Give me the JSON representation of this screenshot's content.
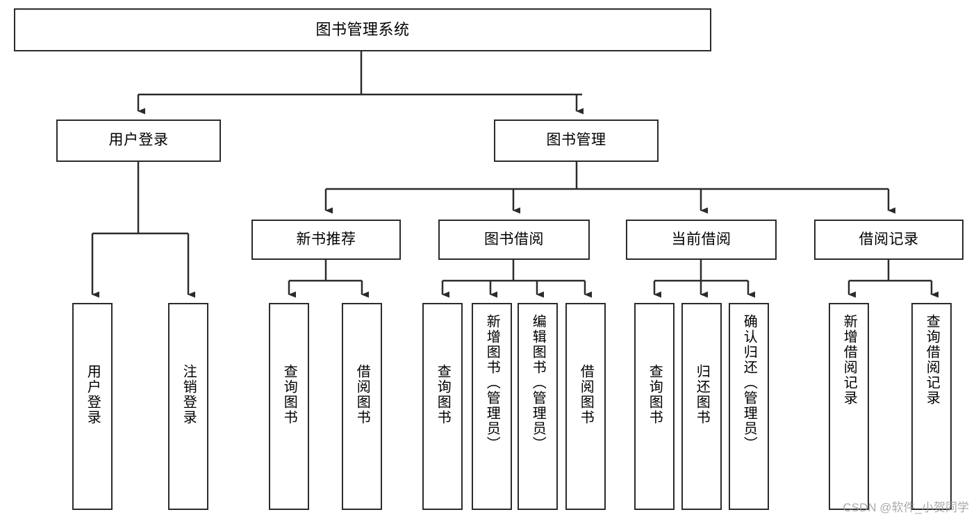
{
  "diagram": {
    "type": "tree-hierarchy",
    "title": "图书管理系统",
    "watermark": "CSDN @软件_小贺同学",
    "colors": {
      "stroke": "#2b2b2b",
      "fill": "#ffffff",
      "text": "#000000",
      "watermark": "#9b9b9b"
    },
    "levels": {
      "root": {
        "label": "图书管理系统"
      },
      "level2": [
        {
          "id": "user-login",
          "label": "用户登录"
        },
        {
          "id": "book-manage",
          "label": "图书管理"
        }
      ],
      "level3": [
        {
          "id": "new-book-recommend",
          "label": "新书推荐"
        },
        {
          "id": "book-borrow",
          "label": "图书借阅"
        },
        {
          "id": "current-borrow",
          "label": "当前借阅"
        },
        {
          "id": "borrow-record",
          "label": "借阅记录"
        }
      ],
      "leaves": {
        "user_login": [
          {
            "id": "leaf-user-login",
            "label": "用户登录"
          },
          {
            "id": "leaf-logout-login",
            "label": "注销登录"
          }
        ],
        "new_book_recommend": [
          {
            "id": "leaf-query-book-1",
            "label": "查询图书"
          },
          {
            "id": "leaf-borrow-book-1",
            "label": "借阅图书"
          }
        ],
        "book_borrow": [
          {
            "id": "leaf-query-book-2",
            "label": "查询图书"
          },
          {
            "id": "leaf-add-book-admin",
            "label": "新增图书（管理员）"
          },
          {
            "id": "leaf-edit-book-admin",
            "label": "编辑图书（管理员）"
          },
          {
            "id": "leaf-borrow-book-2",
            "label": "借阅图书"
          }
        ],
        "current_borrow": [
          {
            "id": "leaf-query-book-3",
            "label": "查询图书"
          },
          {
            "id": "leaf-return-book",
            "label": "归还图书"
          },
          {
            "id": "leaf-confirm-return-admin",
            "label": "确认归还（管理员）"
          }
        ],
        "borrow_record": [
          {
            "id": "leaf-add-borrow-record",
            "label": "新增借阅记录"
          },
          {
            "id": "leaf-query-borrow-record",
            "label": "查询借阅记录"
          }
        ]
      }
    }
  }
}
